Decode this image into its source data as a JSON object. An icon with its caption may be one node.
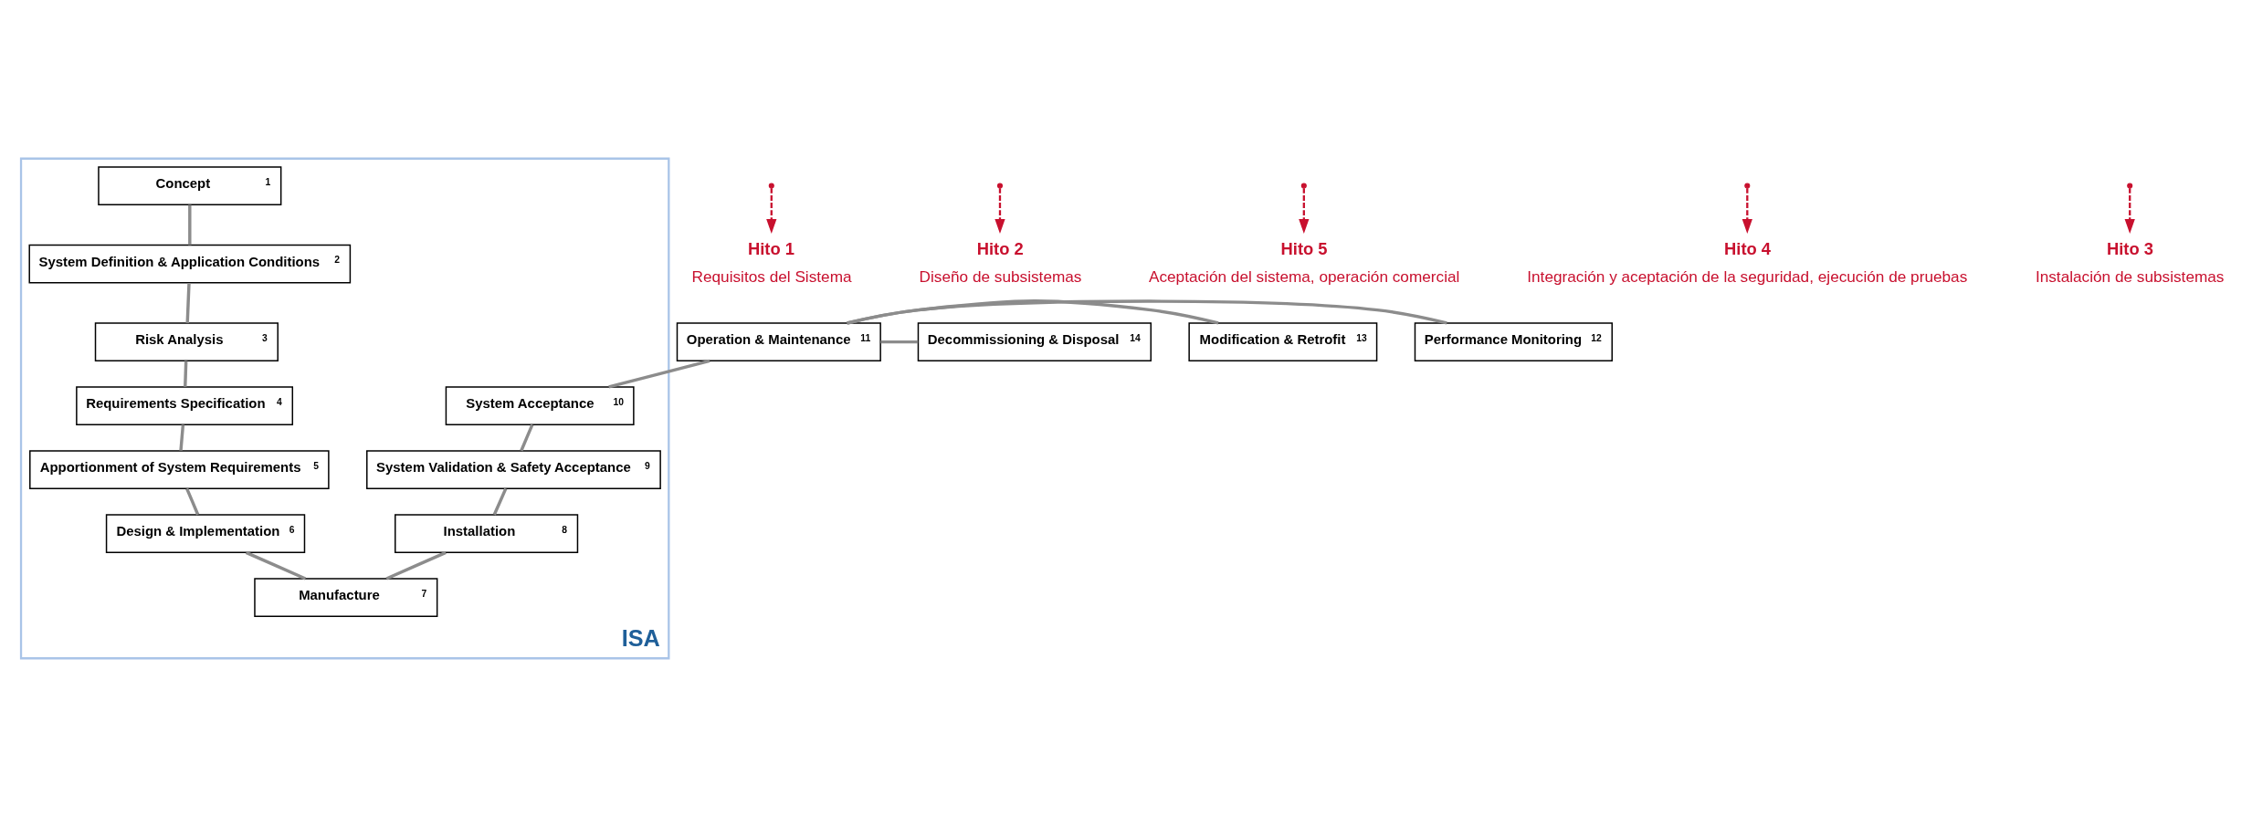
{
  "diagram": {
    "nodes": [
      {
        "text": [
          "ISA"
        ]
      },
      {
        "text": [
          "Concept",
          "1"
        ],
        "in": 0
      },
      {
        "text": [
          "System Definition & Application Conditions",
          "2"
        ],
        "in": 0
      },
      {
        "text": [
          "Risk Analysis",
          "3"
        ],
        "in": 0
      },
      {
        "text": [
          "Requirements Specification",
          "4"
        ],
        "in": 0
      },
      {
        "text": [
          "Apportionment of System Requirements",
          "5"
        ],
        "in": 0
      },
      {
        "text": [
          "Design & Implementation",
          "6"
        ],
        "in": 0
      },
      {
        "text": [
          "Manufacture",
          "7"
        ],
        "in": 0
      },
      {
        "text": [
          "Installation",
          "8"
        ],
        "in": 0
      },
      {
        "text": [
          "System Validation & Safety Acceptance",
          "9"
        ],
        "in": 0
      },
      {
        "text": [
          "System Acceptance",
          "10"
        ],
        "in": 0
      },
      {
        "text": [
          "Operation & Maintenance",
          "11"
        ]
      },
      {
        "text": [
          "Performance Monitoring",
          "12"
        ]
      },
      {
        "text": [
          "Modification & Retrofit",
          "13"
        ]
      },
      {
        "text": [
          "Decommissioning & Disposal",
          "14"
        ]
      },
      {
        "text": [
          "Hito 1",
          "Requisitos del Sistema"
        ]
      },
      {
        "text": [
          "Hito 2",
          "Diseño de subsistemas"
        ]
      },
      {
        "text": [
          "Hito 5",
          "Aceptación del sistema, operación comercial"
        ]
      },
      {
        "text": [
          "Hito 4",
          "Integración y aceptación de la seguridad, ejecución de pruebas"
        ]
      },
      {
        "text": [
          "Hito 3",
          "Instalación de subsistemas"
        ]
      }
    ],
    "edges": [
      {
        "from": 1,
        "to": 2,
        "arrow": "none"
      },
      {
        "from": 2,
        "to": 3,
        "arrow": "none"
      },
      {
        "from": 3,
        "to": 4,
        "arrow": "none"
      },
      {
        "from": 4,
        "to": 5,
        "arrow": "none"
      },
      {
        "from": 5,
        "to": 6,
        "arrow": "none"
      },
      {
        "from": 6,
        "to": 7,
        "arrow": "none"
      },
      {
        "from": 7,
        "to": 8,
        "arrow": "none"
      },
      {
        "from": 8,
        "to": 9,
        "arrow": "none"
      },
      {
        "from": 9,
        "to": 10,
        "arrow": "none"
      },
      {
        "from": 10,
        "to": 11,
        "arrow": "none"
      },
      {
        "from": 11,
        "to": 14,
        "arrow": "none"
      },
      {
        "from": 11,
        "to": 12,
        "arrow": "none"
      },
      {
        "from": 11,
        "to": 13,
        "arrow": "none"
      },
      {
        "from": null,
        "to": 15,
        "arrow": "to",
        "style": "dashed",
        "color": "#c8102e"
      },
      {
        "from": null,
        "to": 16,
        "arrow": "to",
        "style": "dashed",
        "color": "#c8102e"
      },
      {
        "from": null,
        "to": 17,
        "arrow": "to",
        "style": "dashed",
        "color": "#c8102e"
      },
      {
        "from": null,
        "to": 18,
        "arrow": "to",
        "style": "dashed",
        "color": "#c8102e"
      },
      {
        "from": null,
        "to": 19,
        "arrow": "to",
        "style": "dashed",
        "color": "#c8102e"
      }
    ]
  }
}
